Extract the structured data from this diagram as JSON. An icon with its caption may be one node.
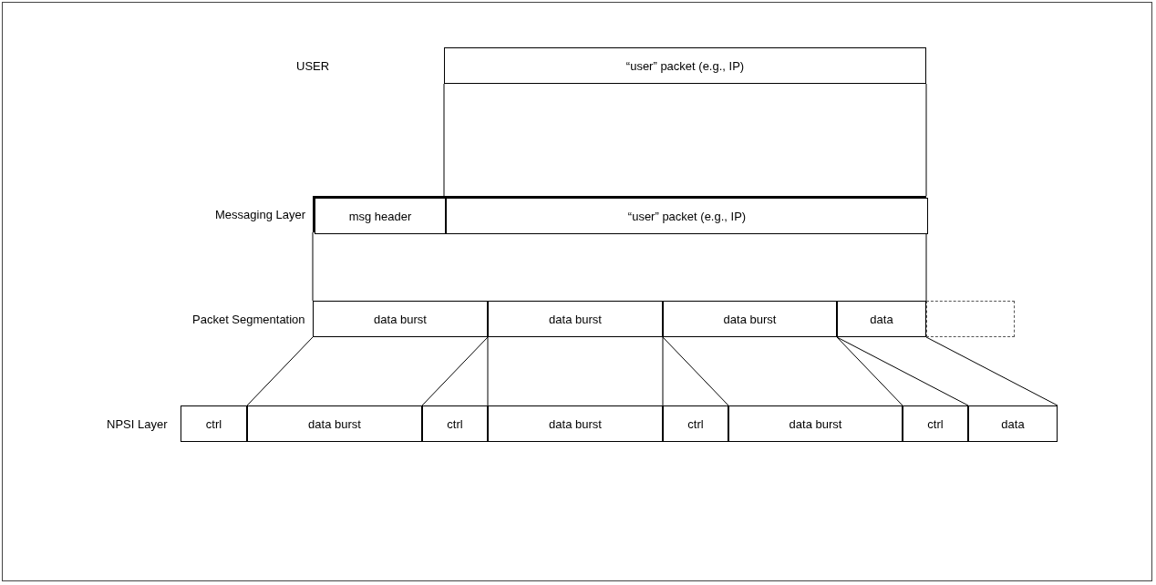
{
  "diagram": {
    "nodes": [
      {
        "text": [
          "“user” packet (e.g., IP)"
        ]
      },
      {
        "text": [],
        "shape": "box"
      },
      {
        "text": [
          "msg header"
        ],
        "in": 1
      },
      {
        "text": [
          "“user” packet (e.g., IP)"
        ],
        "in": 1
      },
      {
        "text": [
          "data burst"
        ]
      },
      {
        "text": [
          "data burst"
        ]
      },
      {
        "text": [
          "data burst"
        ]
      },
      {
        "text": [
          "data"
        ]
      },
      {
        "text": [],
        "shape": "box"
      },
      {
        "text": [
          "ctrl"
        ]
      },
      {
        "text": [
          "data burst"
        ]
      },
      {
        "text": [
          "ctrl"
        ]
      },
      {
        "text": [
          "data burst"
        ]
      },
      {
        "text": [
          "ctrl"
        ]
      },
      {
        "text": [
          "data burst"
        ]
      },
      {
        "text": [
          "ctrl"
        ]
      },
      {
        "text": [
          "data"
        ]
      }
    ],
    "edges": [
      {
        "from": 0,
        "to": 3,
        "arrow": "none"
      },
      {
        "from": 0,
        "to": 3,
        "arrow": "none"
      },
      {
        "from": 1,
        "to": 4,
        "arrow": "none"
      },
      {
        "from": 1,
        "to": 7,
        "arrow": "none"
      },
      {
        "from": 4,
        "to": 10,
        "arrow": "none"
      },
      {
        "from": 4,
        "to": 10,
        "arrow": "none"
      },
      {
        "from": 5,
        "to": 12,
        "arrow": "none"
      },
      {
        "from": 5,
        "to": 12,
        "arrow": "none"
      },
      {
        "from": 6,
        "to": 14,
        "arrow": "none"
      },
      {
        "from": 6,
        "to": 14,
        "arrow": "none"
      },
      {
        "from": 7,
        "to": 16,
        "arrow": "none"
      },
      {
        "from": 7,
        "to": 16,
        "arrow": "none"
      }
    ],
    "labels": [
      "USER",
      "Messaging Layer",
      "Packet Segmentation",
      "NPSI Layer"
    ]
  }
}
